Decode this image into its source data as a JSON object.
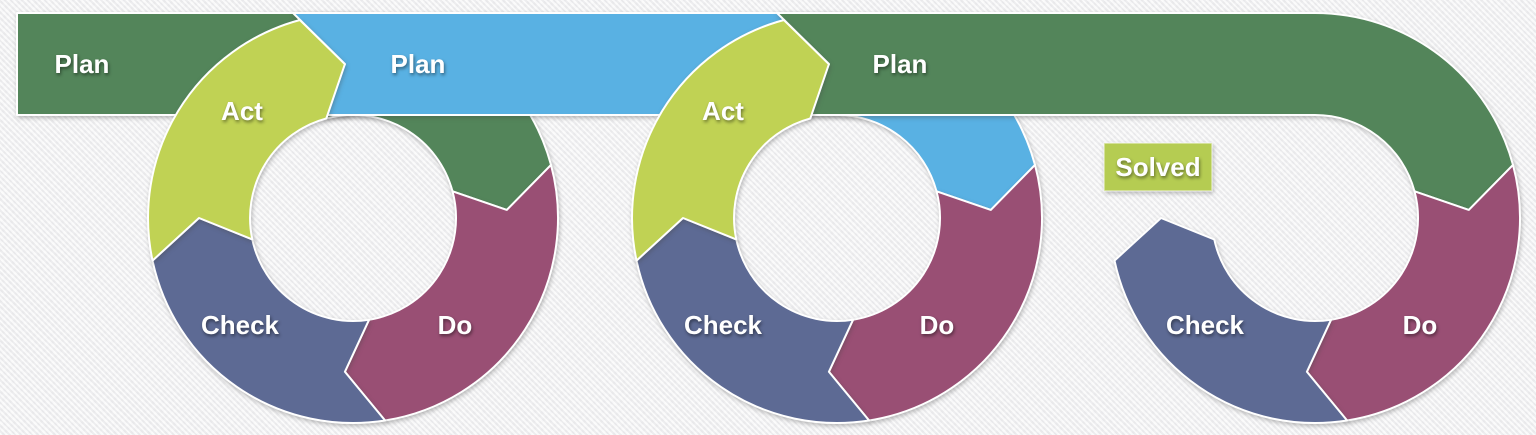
{
  "background": {
    "color": "#f2f2f3"
  },
  "bars": [
    {
      "id": "plan-bar-1",
      "label": "Plan",
      "color": "#53855a"
    },
    {
      "id": "plan-bar-2",
      "label": "Plan",
      "color": "#59b1e3"
    },
    {
      "id": "plan-bar-3",
      "label": "Plan",
      "color": "#53855a"
    }
  ],
  "cycles": [
    {
      "id": "cycle-1",
      "segments": {
        "plan": {
          "label": "",
          "color": "#53855a"
        },
        "do": {
          "label": "Do",
          "color": "#994f74"
        },
        "check": {
          "label": "Check",
          "color": "#5d6a94"
        },
        "act": {
          "label": "Act",
          "color": "#c0d254"
        }
      }
    },
    {
      "id": "cycle-2",
      "segments": {
        "plan": {
          "label": "",
          "color": "#59b1e3"
        },
        "do": {
          "label": "Do",
          "color": "#994f74"
        },
        "check": {
          "label": "Check",
          "color": "#5d6a94"
        },
        "act": {
          "label": "Act",
          "color": "#c0d254"
        }
      }
    },
    {
      "id": "cycle-3",
      "segments": {
        "do": {
          "label": "Do",
          "color": "#994f74"
        },
        "check": {
          "label": "Check",
          "color": "#5d6a94"
        }
      }
    }
  ],
  "badge": {
    "label": "Solved",
    "color": "#b5cc52",
    "text_color": "#ffffff"
  }
}
